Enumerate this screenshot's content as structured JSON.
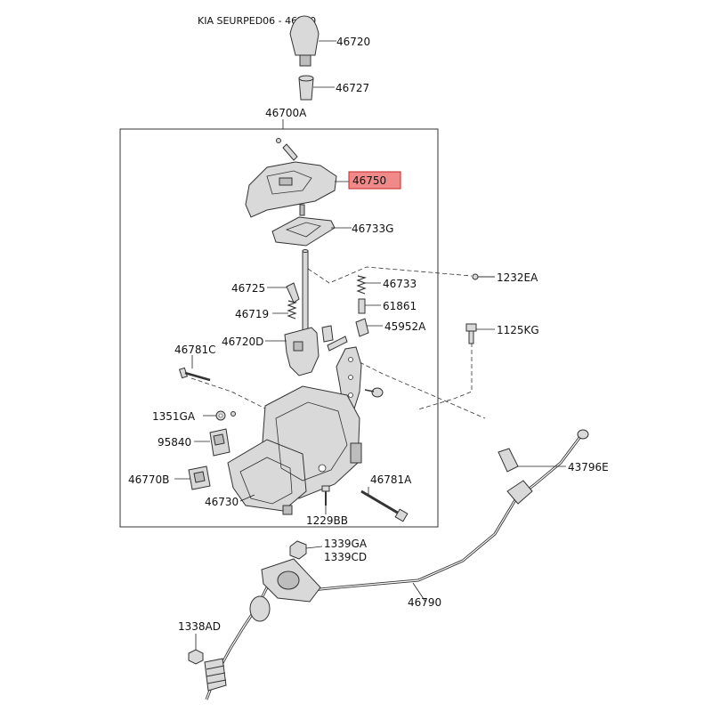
{
  "title": "KIA SEURPED06 - 46750",
  "highlight_color": "#f08a8a",
  "parts": {
    "p46720": "46720",
    "p46727": "46727",
    "p46700A": "46700A",
    "p46750": "46750",
    "p46733G": "46733G",
    "p1232EA": "1232EA",
    "p46725": "46725",
    "p46733": "46733",
    "p46719": "46719",
    "p61861": "61861",
    "p46720D": "46720D",
    "p45952A": "45952A",
    "p1125KG": "1125KG",
    "p46781C": "46781C",
    "p1351GA": "1351GA",
    "p95840": "95840",
    "p43796E": "43796E",
    "p46770B": "46770B",
    "p46781A": "46781A",
    "p46730": "46730",
    "p1229BB": "1229BB",
    "p1339GA": "1339GA",
    "p1339CD": "1339CD",
    "p46790": "46790",
    "p1338AD": "1338AD"
  }
}
